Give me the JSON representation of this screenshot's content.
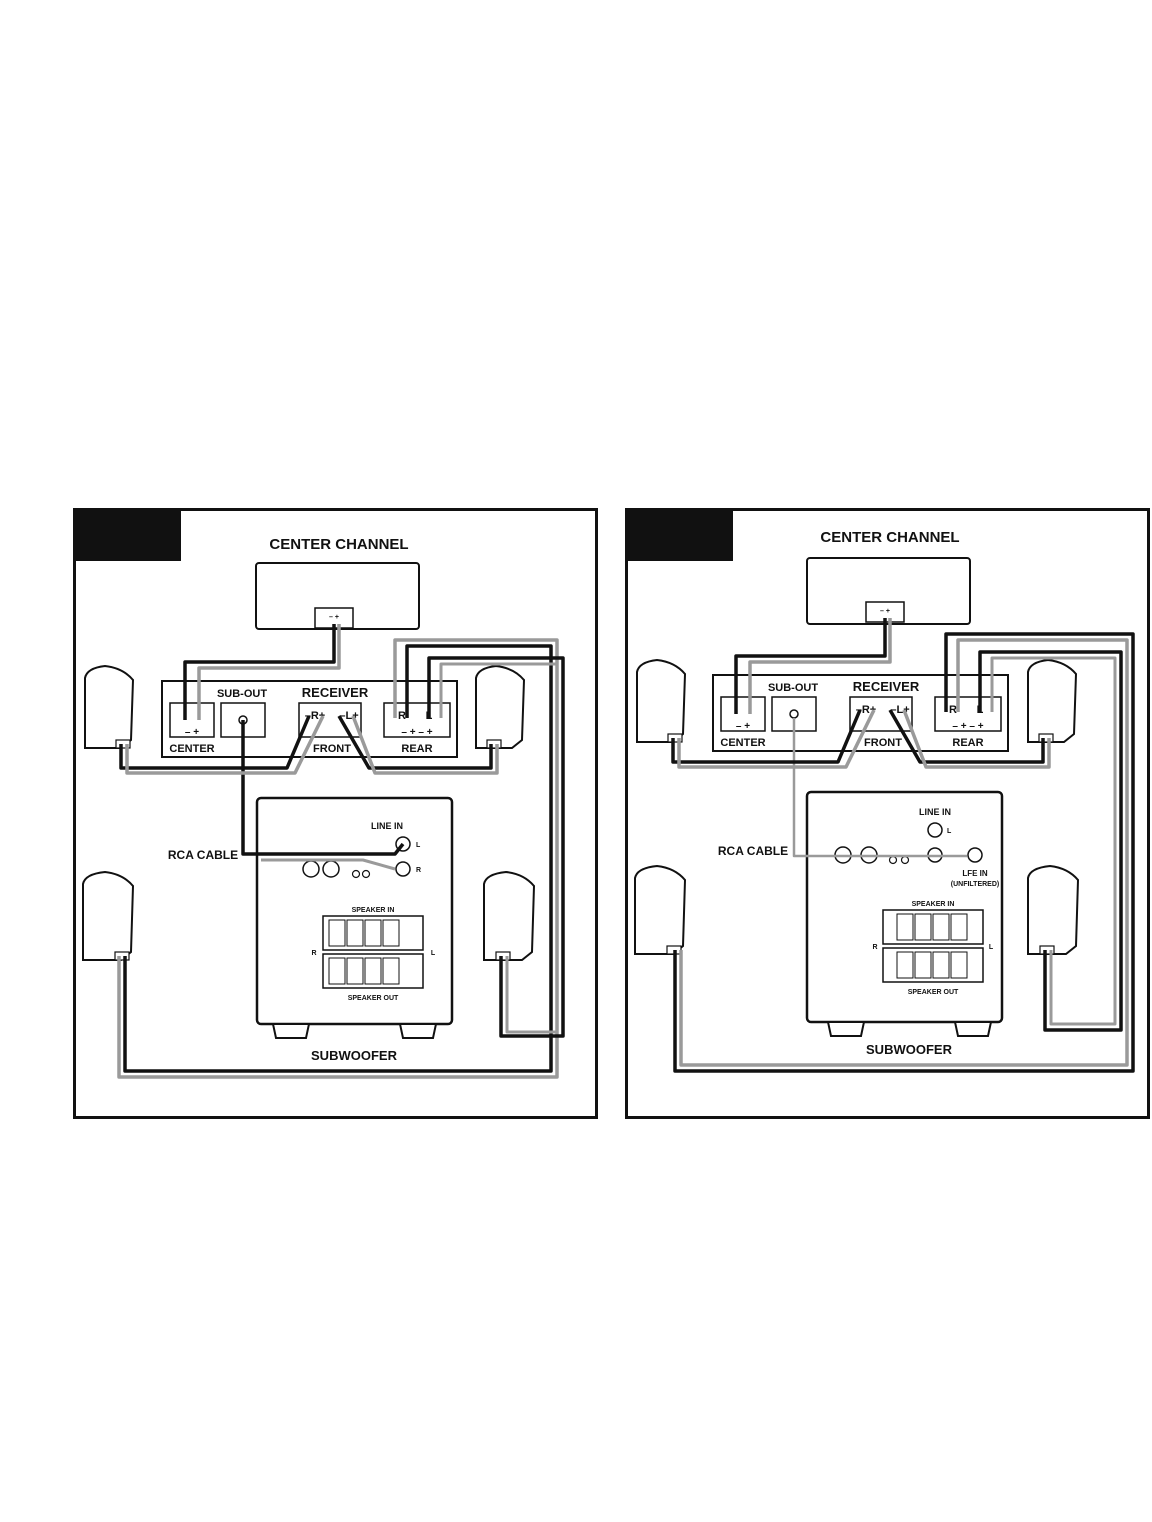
{
  "panels": [
    {
      "center_channel": "CENTER CHANNEL",
      "center_terminals": "– +",
      "receiver": "RECEIVER",
      "sub_out": "SUB-OUT",
      "center_label": "CENTER",
      "center_polarity": "– +",
      "front_label": "FRONT",
      "front_r": "–R+",
      "front_l": "–L+",
      "rear_label": "REAR",
      "rear_r": "R",
      "rear_l": "L",
      "rear_polarity": "– + – +",
      "rca_cable": "RCA CABLE",
      "line_in": "LINE IN",
      "line_in_l": "L",
      "line_in_r": "R",
      "speaker_in": "SPEAKER IN",
      "speaker_out": "SPEAKER OUT",
      "side_r": "R",
      "side_l": "L",
      "subwoofer": "SUBWOOFER"
    },
    {
      "center_channel": "CENTER CHANNEL",
      "center_terminals": "– +",
      "receiver": "RECEIVER",
      "sub_out": "SUB-OUT",
      "center_label": "CENTER",
      "center_polarity": "– +",
      "front_label": "FRONT",
      "front_r": "–R+",
      "front_l": "–L+",
      "rear_label": "REAR",
      "rear_r": "R",
      "rear_l": "L",
      "rear_polarity": "– + – +",
      "rca_cable": "RCA CABLE",
      "line_in": "LINE IN",
      "line_in_l": "L",
      "lfe_in": "LFE IN",
      "unfiltered": "(UNFILTERED)",
      "speaker_in": "SPEAKER IN",
      "speaker_out": "SPEAKER OUT",
      "side_r": "R",
      "side_l": "L",
      "subwoofer": "SUBWOOFER"
    }
  ],
  "colors": {
    "border": "#111111",
    "wire_dark": "#111111",
    "wire_light": "#9a9a9a",
    "fill": "#ffffff"
  }
}
